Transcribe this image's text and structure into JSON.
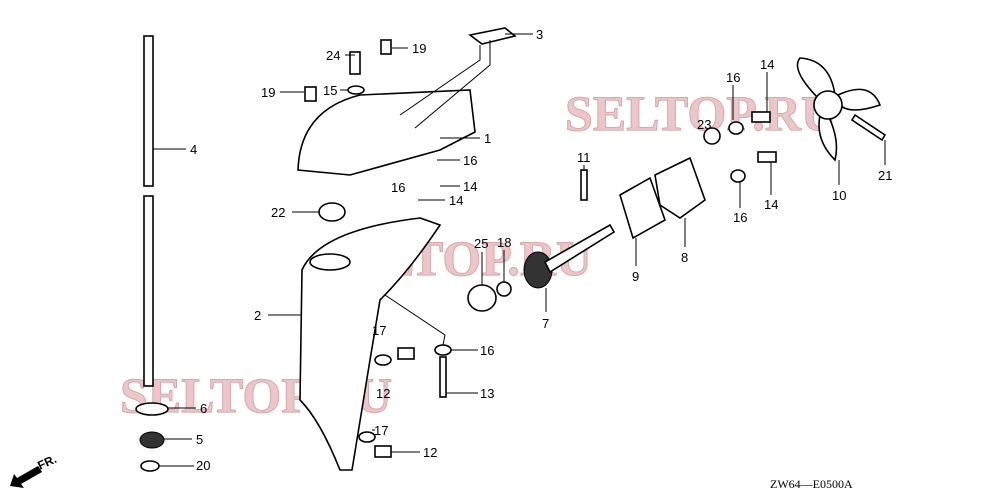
{
  "watermarks": [
    "SELTOP.RU",
    "SELTOP.RU",
    "SELTOP.RU"
  ],
  "diagram_code": "ZW64—E0500A",
  "front_indicator": "FR.",
  "callouts": [
    {
      "id": "3",
      "part": "3"
    },
    {
      "id": "19a",
      "part": "19"
    },
    {
      "id": "24",
      "part": "24"
    },
    {
      "id": "15",
      "part": "15"
    },
    {
      "id": "19b",
      "part": "19"
    },
    {
      "id": "4",
      "part": "4"
    },
    {
      "id": "1",
      "part": "1"
    },
    {
      "id": "16a",
      "part": "16"
    },
    {
      "id": "16b",
      "part": "16"
    },
    {
      "id": "14a",
      "part": "14"
    },
    {
      "id": "14b",
      "part": "14"
    },
    {
      "id": "22",
      "part": "22"
    },
    {
      "id": "2",
      "part": "2"
    },
    {
      "id": "17a",
      "part": "17"
    },
    {
      "id": "12a",
      "part": "12"
    },
    {
      "id": "16c",
      "part": "16"
    },
    {
      "id": "13",
      "part": "13"
    },
    {
      "id": "6",
      "part": "6"
    },
    {
      "id": "5",
      "part": "5"
    },
    {
      "id": "20",
      "part": "20"
    },
    {
      "id": "17b",
      "part": "17"
    },
    {
      "id": "12b",
      "part": "12"
    },
    {
      "id": "25",
      "part": "25"
    },
    {
      "id": "18",
      "part": "18"
    },
    {
      "id": "7",
      "part": "7"
    },
    {
      "id": "9",
      "part": "9"
    },
    {
      "id": "8",
      "part": "8"
    },
    {
      "id": "11",
      "part": "11"
    },
    {
      "id": "23",
      "part": "23"
    },
    {
      "id": "16d",
      "part": "16"
    },
    {
      "id": "14c",
      "part": "14"
    },
    {
      "id": "16e",
      "part": "16"
    },
    {
      "id": "14d",
      "part": "14"
    },
    {
      "id": "10",
      "part": "10"
    },
    {
      "id": "21",
      "part": "21"
    }
  ]
}
